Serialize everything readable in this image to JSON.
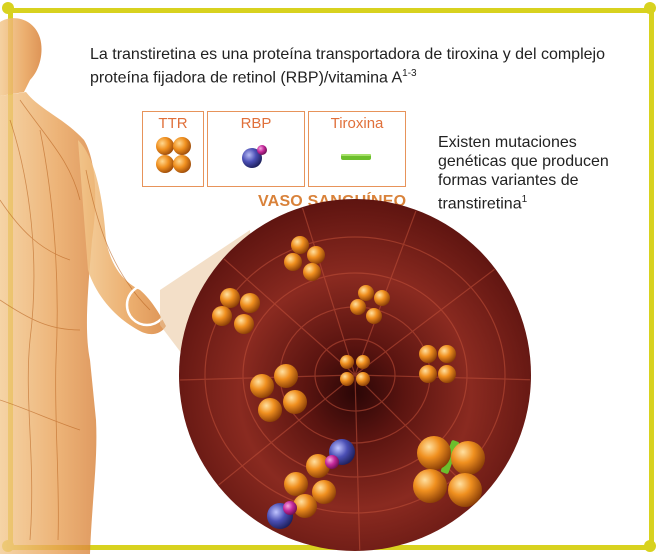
{
  "intro": {
    "text": "La transtiretina es una proteína transportadora de tiroxina y del complejo proteína fijadora de retinol (RBP)/vitamina A",
    "superscript": "1-3"
  },
  "legend": {
    "ttr_label": "TTR",
    "rbp_label": "RBP",
    "tiroxina_label": "Tiroxina"
  },
  "side_note": {
    "text": "Existen mutaciones genéticas que producen formas variantes de transtiretina",
    "superscript": "1"
  },
  "vessel_title": "VASO SANGUÍNEO",
  "colors": {
    "frame": "#d8d21f",
    "accent_orange": "#e0703a",
    "protein_orange": "#e8861e",
    "rbp_blue": "#4b4fb5",
    "retinol_magenta": "#c4289a",
    "thyroxine_green": "#6cbf2c",
    "vessel_red": "#7a1e1a"
  },
  "icons": [
    "human-body-figure",
    "ttr-tetramer-icon",
    "rbp-complex-icon",
    "thyroxine-icon",
    "blood-vessel-illustration"
  ]
}
